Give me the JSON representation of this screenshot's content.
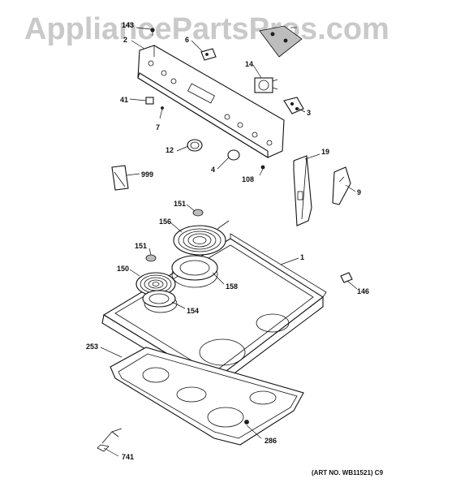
{
  "watermark": "AppliancePartsPros.com",
  "art_number": "(ART NO. WB11521) C9",
  "callouts": {
    "c143": "143",
    "c2": "2",
    "c6": "6",
    "c14": "14",
    "c41": "41",
    "c3": "3",
    "c7": "7",
    "c12": "12",
    "c4": "4",
    "c108": "108",
    "c19": "19",
    "c999": "999",
    "c9": "9",
    "c151a": "151",
    "c156": "156",
    "c151b": "151",
    "c1": "1",
    "c150": "150",
    "c158": "158",
    "c146": "146",
    "c154": "154",
    "c253": "253",
    "c286": "286",
    "c741": "741"
  }
}
